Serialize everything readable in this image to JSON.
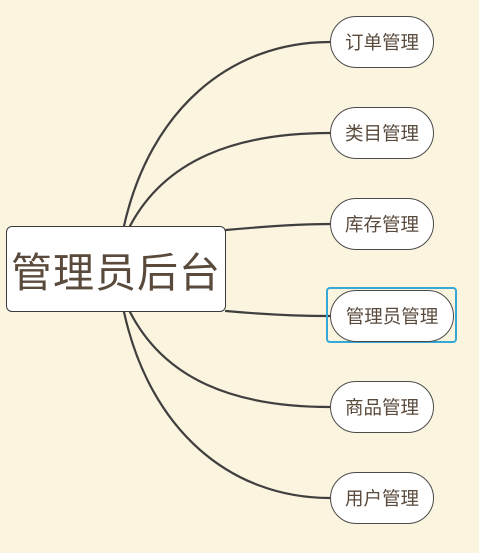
{
  "mindmap": {
    "root": {
      "label": "管理员后台"
    },
    "children": [
      {
        "label": "订单管理"
      },
      {
        "label": "类目管理"
      },
      {
        "label": "库存管理"
      },
      {
        "label": "管理员管理",
        "selected": true
      },
      {
        "label": "商品管理"
      },
      {
        "label": "用户管理"
      }
    ]
  },
  "colors": {
    "background": "#fbf4de",
    "selection": "#36a8d8",
    "edge": "#3f3f3f",
    "text": "#5a4a3c"
  }
}
